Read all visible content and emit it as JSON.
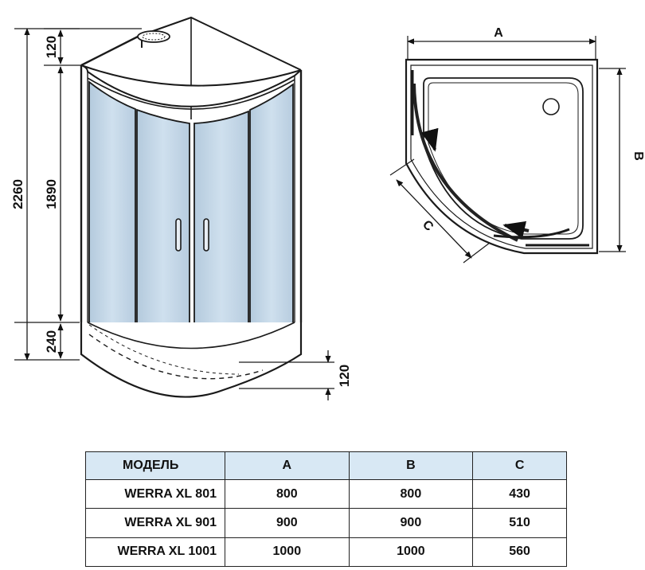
{
  "dimensions": {
    "total_height": "2260",
    "top_gap": "120",
    "door_height": "1890",
    "tray_height": "240",
    "tray_depth": "120"
  },
  "plan": {
    "label_a": "A",
    "label_b": "B",
    "label_c": "C"
  },
  "table": {
    "headers": [
      "МОДЕЛЬ",
      "A",
      "B",
      "C"
    ],
    "rows": [
      {
        "model": "WERRA XL 801",
        "a": "800",
        "b": "800",
        "c": "430"
      },
      {
        "model": "WERRA XL 901",
        "a": "900",
        "b": "900",
        "c": "510"
      },
      {
        "model": "WERRA XL 1001",
        "a": "1000",
        "b": "1000",
        "c": "560"
      }
    ],
    "header_color": "#d8e8f4"
  },
  "colors": {
    "glass": "#c3d6e6",
    "line": "#1a1a1a"
  }
}
